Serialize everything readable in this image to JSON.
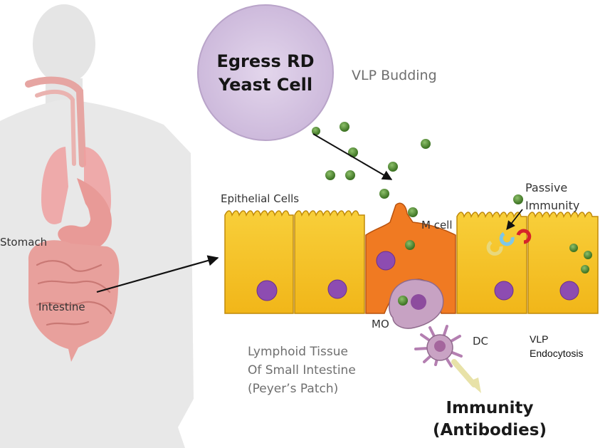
{
  "labels": {
    "yeast_line1": "Egress RD",
    "yeast_line2": "Yeast Cell",
    "vlp_budding": "VLP Budding",
    "epithelial_cells": "Epithelial Cells",
    "passive_line1": "Passive",
    "passive_line2": "Immunity",
    "m_cell": "M cell",
    "stomach": "Stomach",
    "intestine": "Intestine",
    "mo": "MO",
    "dc": "DC",
    "vlp_endo_line1": "VLP",
    "vlp_endo_line2": "Endocytosis",
    "lymphoid_line1": "Lymphoid Tissue",
    "lymphoid_line2": "Of Small Intestine",
    "lymphoid_line3": "(Peyer’s Patch)",
    "immunity_line1": "Immunity",
    "immunity_line2": "(Antibodies)"
  },
  "icons": [
    "human-silhouette",
    "yeast-cell",
    "vlp-particle",
    "epithelial-cell",
    "m-cell",
    "macrophage",
    "dendritic-cell",
    "antibody"
  ],
  "colors": {
    "silhouette": "#e6e6e6",
    "organs": "#e9a3a0",
    "yeast_fill": "#d7c7e3",
    "epithelium": "#f6c21d",
    "m_cell": "#f07a22",
    "nucleus": "#8b4cb0",
    "vlp": "#4e8a2f",
    "immune_cell": "#c9a3c4"
  }
}
